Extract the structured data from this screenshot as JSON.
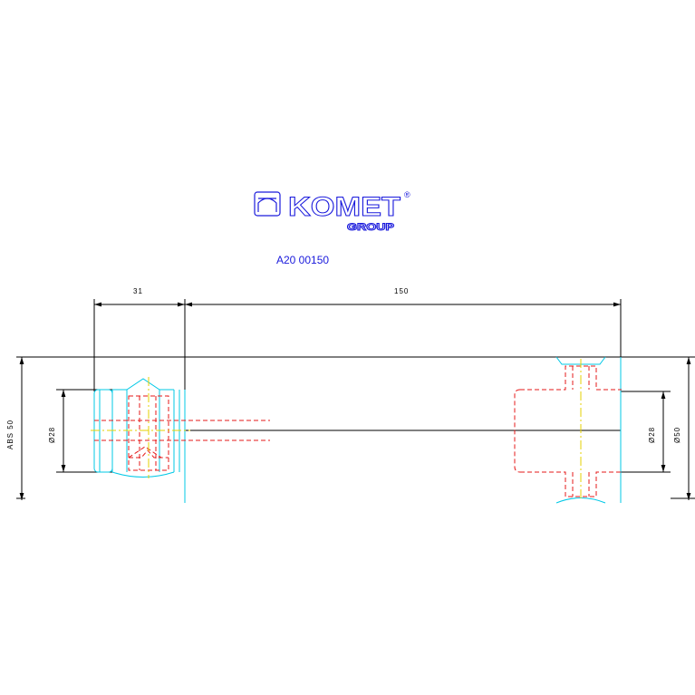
{
  "logo": {
    "brand": "KOMET",
    "registered": "®",
    "group": "GROUP",
    "color": "#1a1adc"
  },
  "part_number": "A20 00150",
  "dimensions": {
    "flange_offset": "31",
    "length": "150",
    "abs_label": "ABS 50",
    "dia_left": "Ø28",
    "dia_right_inner": "Ø28",
    "dia_right_outer": "Ø50"
  },
  "colors": {
    "outline": "#000000",
    "body": "#00c8e6",
    "hidden": "#e61919",
    "center": "#e6d200"
  }
}
